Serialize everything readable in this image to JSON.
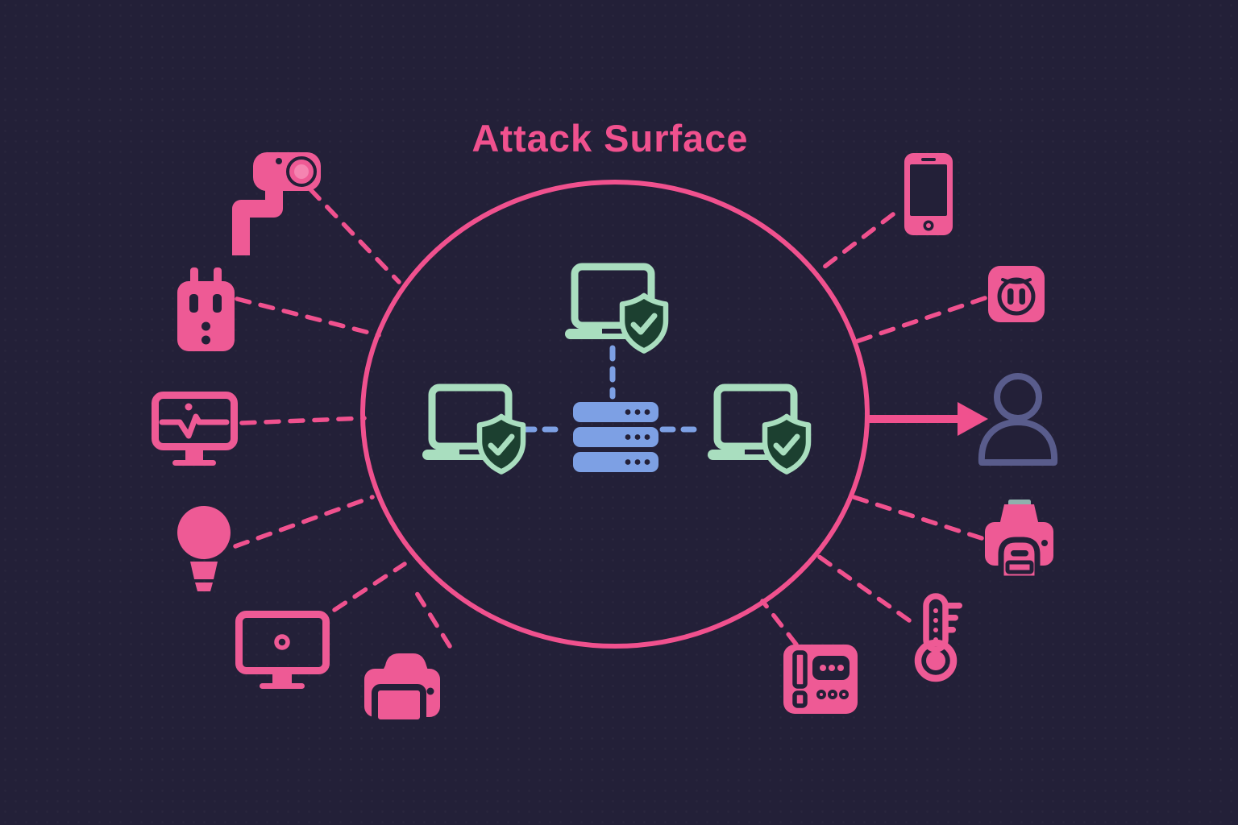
{
  "title": "Attack Surface",
  "colors": {
    "background": "#232038",
    "pink": "#ee5a95",
    "pink_line": "#f0518e",
    "pink_light": "#f584b1",
    "green": "#a9debf",
    "shield_dark": "#1c4030",
    "blue": "#7da0e4",
    "person_purple": "#595c8c",
    "teal": "#8fb0ad"
  },
  "diagram": {
    "perimeter_shape": "ellipse",
    "protected_nodes": [
      {
        "icon": "laptop-with-shield-check",
        "position": "top-center"
      },
      {
        "icon": "laptop-with-shield-check",
        "position": "center-left"
      },
      {
        "icon": "server-stack",
        "position": "center"
      },
      {
        "icon": "laptop-with-shield-check",
        "position": "center-right"
      }
    ],
    "internal_links": [
      "laptop-top-to-server",
      "laptop-left-to-server",
      "laptop-right-to-server"
    ],
    "external_devices": [
      {
        "icon": "security-camera",
        "side": "left",
        "link": "dashed"
      },
      {
        "icon": "smart-plug",
        "side": "left",
        "link": "dashed"
      },
      {
        "icon": "health-monitor",
        "side": "left",
        "link": "dashed"
      },
      {
        "icon": "light-bulb",
        "side": "left",
        "link": "dashed"
      },
      {
        "icon": "smart-tv",
        "side": "left",
        "link": "dashed"
      },
      {
        "icon": "printer",
        "side": "bottom-left",
        "link": "dashed"
      },
      {
        "icon": "smartphone",
        "side": "right",
        "link": "dashed"
      },
      {
        "icon": "power-outlet",
        "side": "right",
        "link": "dashed"
      },
      {
        "icon": "user-silhouette",
        "side": "right",
        "link": "solid-arrow"
      },
      {
        "icon": "printer",
        "side": "right",
        "link": "dashed"
      },
      {
        "icon": "thermometer",
        "side": "right",
        "link": "dashed"
      },
      {
        "icon": "desk-phone",
        "side": "bottom-right",
        "link": "dashed"
      }
    ]
  }
}
